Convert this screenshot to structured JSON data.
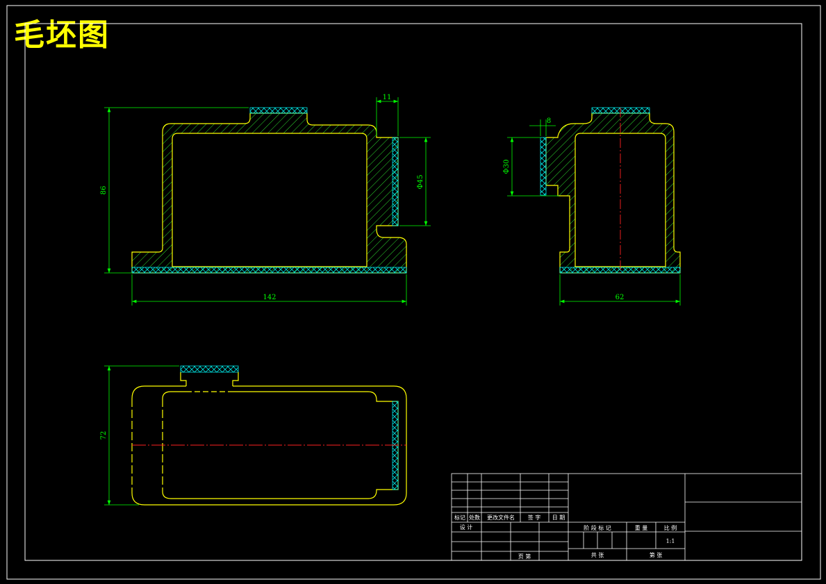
{
  "title": "毛坯图",
  "dimensions": {
    "front_height": "86",
    "front_width": "142",
    "front_boss": "11",
    "front_bore": "Φ45",
    "side_step": "8",
    "side_bore": "Φ30",
    "side_width": "62",
    "top_height": "72"
  },
  "title_block": {
    "rev_mark": "标记",
    "rev_count": "处数",
    "rev_doc": "更改文件名",
    "rev_sign": "签 字",
    "rev_date": "日 期",
    "design": "设 计",
    "page": "页 第",
    "stage_mark": "阶 段 标 记",
    "weight": "重 量",
    "scale_label": "比 例",
    "scale_value": "1:1",
    "total": "共 张",
    "sheet": "第 张"
  },
  "colors": {
    "background": "#000000",
    "border": "#ffffff",
    "outline": "#ffff00",
    "hatch": "#2fdc2f",
    "dimension": "#00ff00",
    "allowance": "#00e5e5",
    "centerline": "#ff2020",
    "title": "#ffff00"
  }
}
